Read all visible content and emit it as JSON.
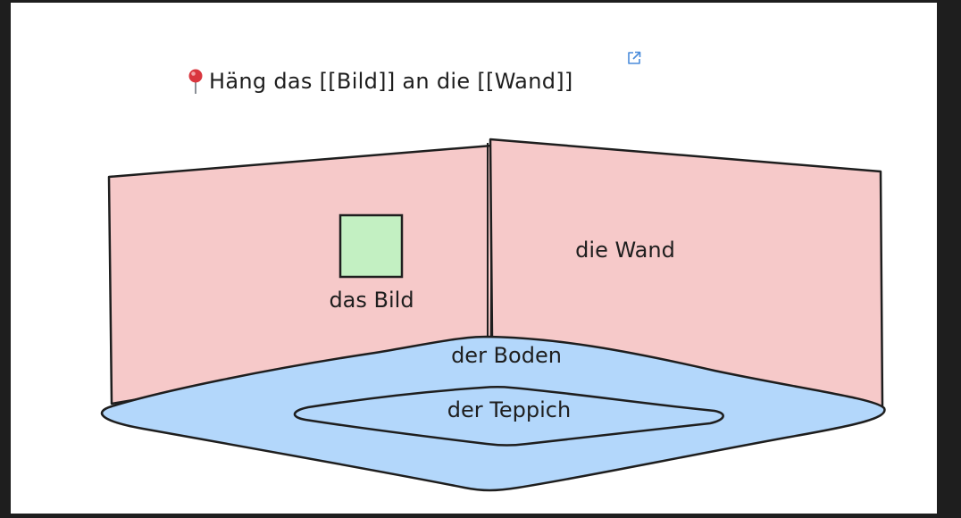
{
  "title": {
    "pin_icon": "round-pushpin-icon",
    "text": "Häng das [[Bild]] an die [[Wand]]",
    "link_icon": "external-link-icon"
  },
  "labels": {
    "picture": "das Bild",
    "wall": "die Wand",
    "floor": "der Boden",
    "carpet": "der Teppich"
  },
  "colors": {
    "wall_fill": "#f6c9c9",
    "picture_fill": "#c3f0c2",
    "floor_fill": "#b3d7fb",
    "stroke": "#1e1e1e",
    "link": "#4a8cdb",
    "pin": "#d9363e"
  }
}
